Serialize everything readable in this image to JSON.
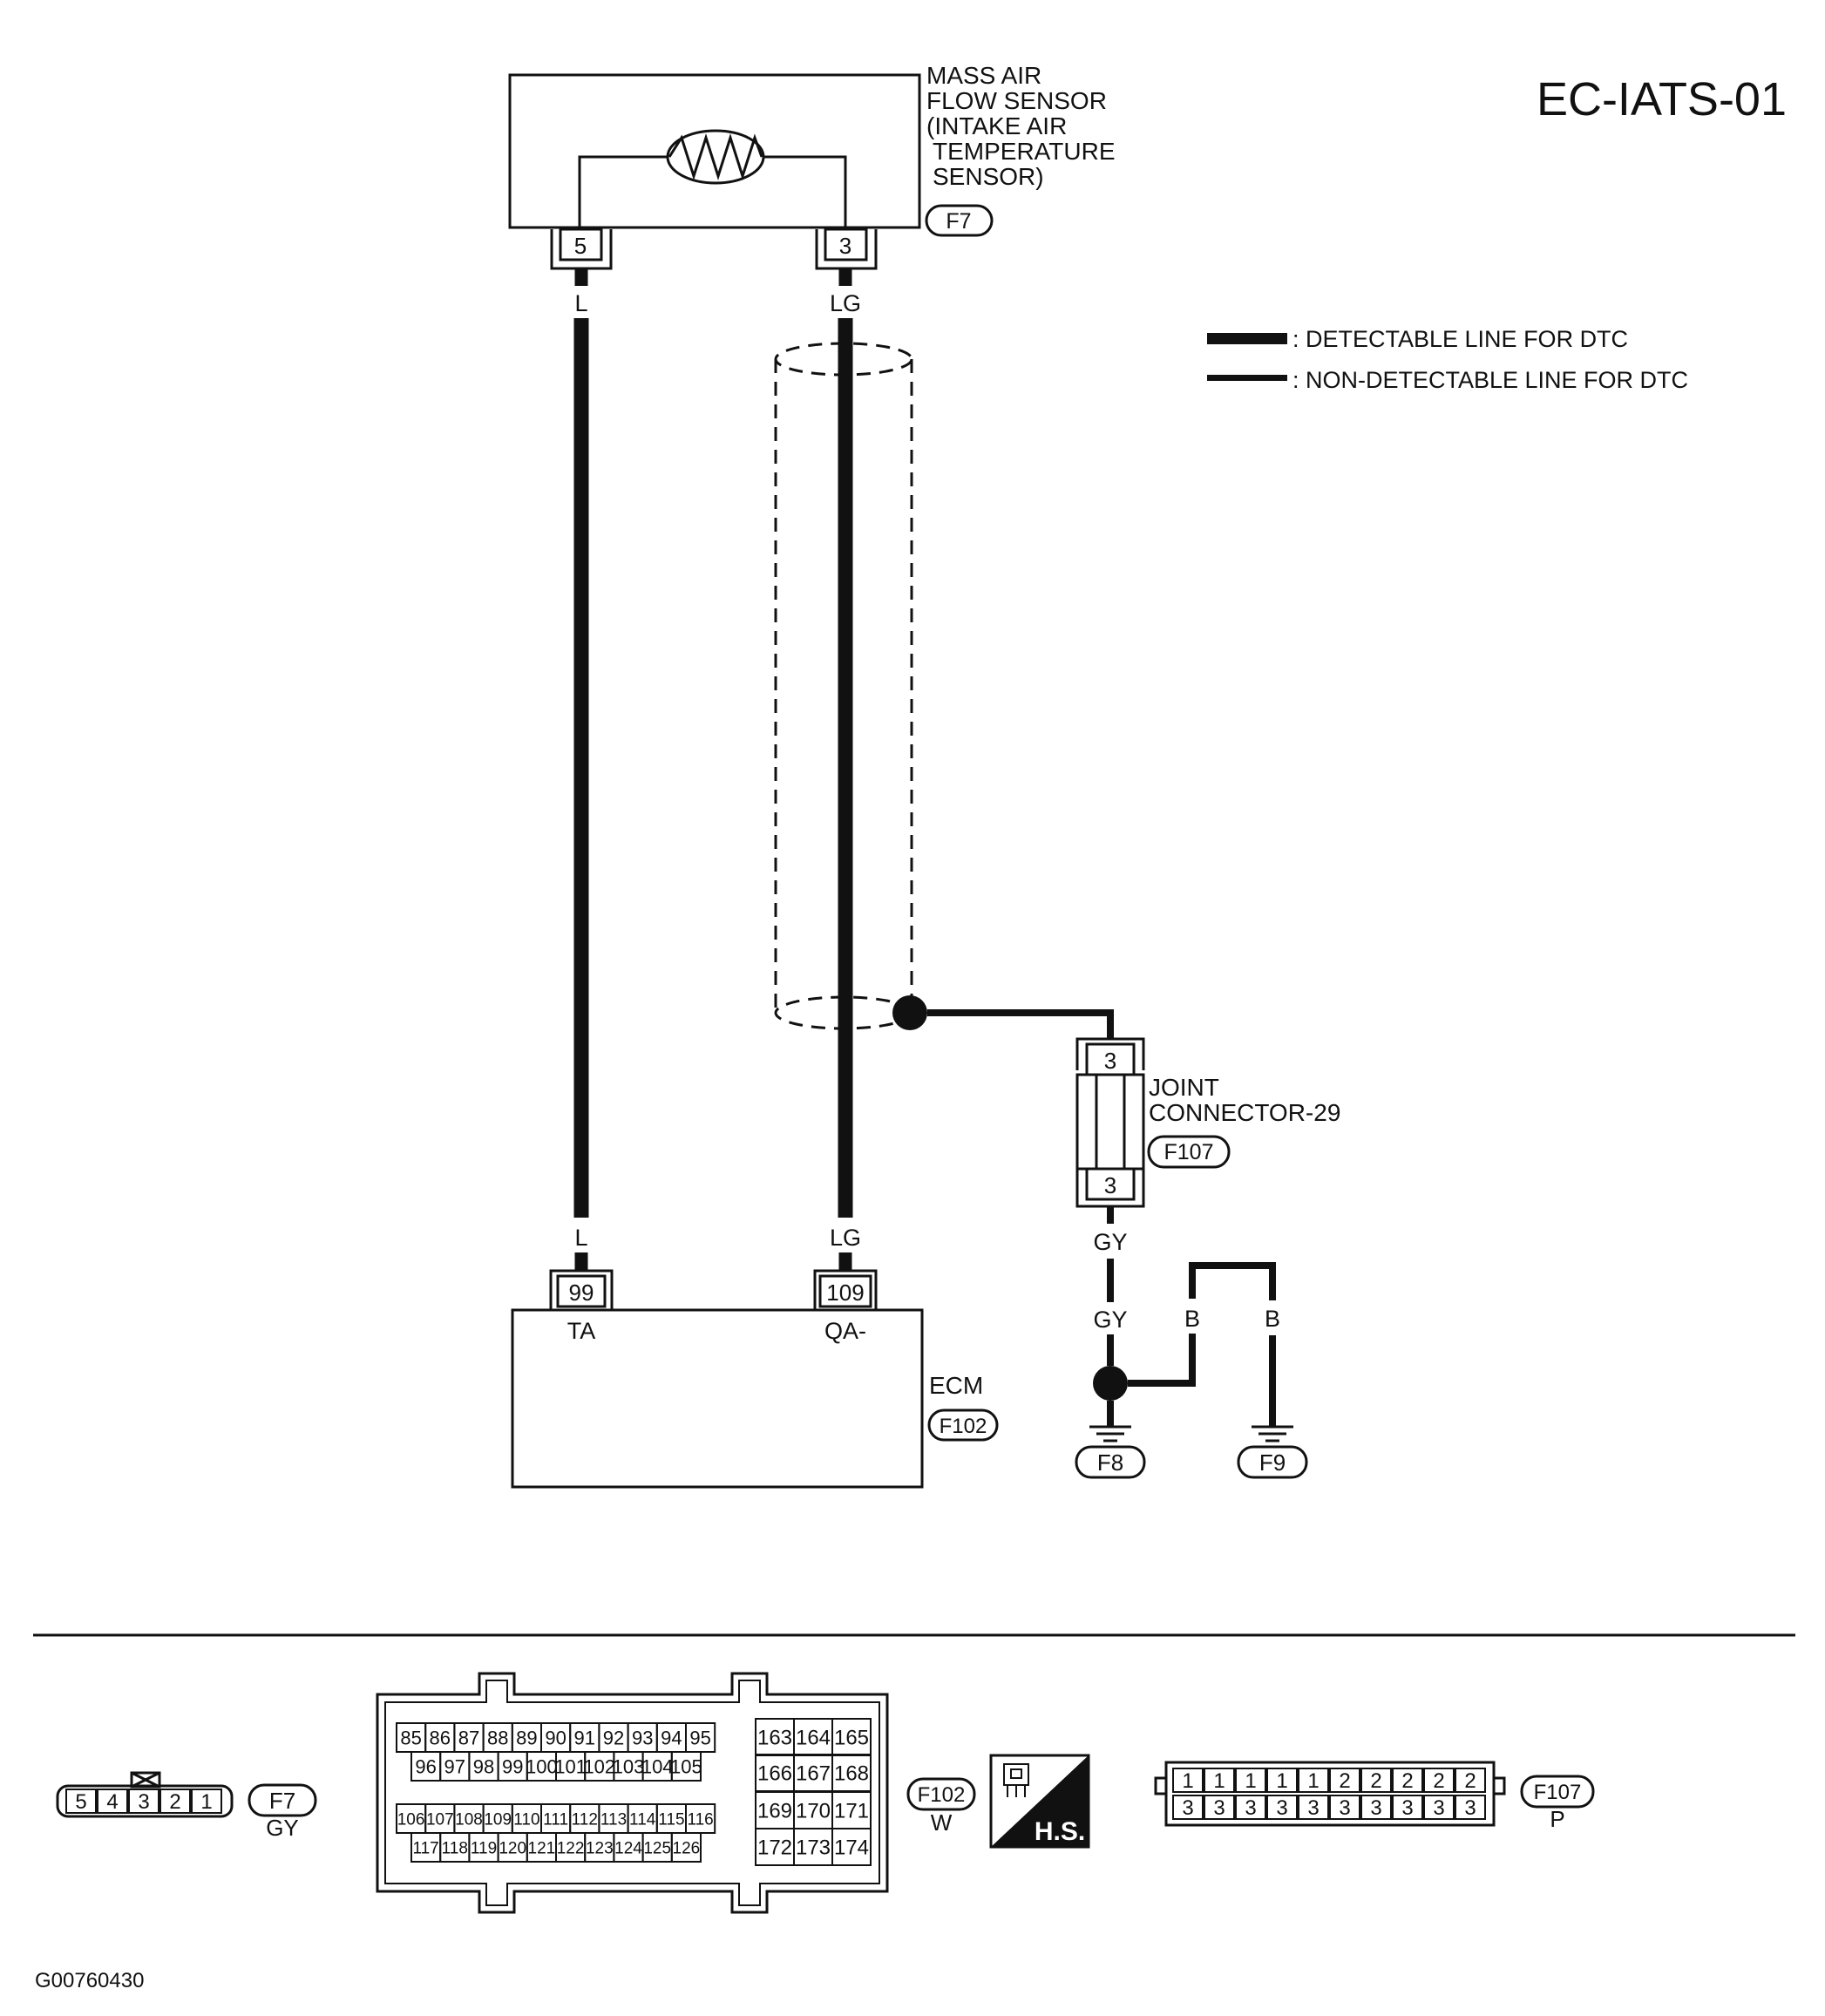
{
  "page_code": "EC-IATS-01",
  "figure_id": "G00760430",
  "colors": {
    "ink": "#111111",
    "paper": "#ffffff"
  },
  "maf_sensor": {
    "label_lines": [
      "MASS AIR",
      "FLOW SENSOR",
      "(INTAKE AIR",
      "TEMPERATURE",
      "SENSOR)"
    ],
    "connector": "F7",
    "pins": [
      "5",
      "3"
    ]
  },
  "wires": {
    "left_color_top": "L",
    "right_color_top": "LG",
    "left_color_bottom": "L",
    "right_color_bottom": "LG",
    "gy_upper": "GY",
    "gy_lower": "GY",
    "b_left": "B",
    "b_right": "B"
  },
  "legend": {
    "detectable": ": DETECTABLE LINE FOR DTC",
    "non_detectable": ": NON-DETECTABLE LINE FOR DTC"
  },
  "joint_connector": {
    "label_lines": [
      "JOINT",
      "CONNECTOR-29"
    ],
    "connector": "F107",
    "pin_top": "3",
    "pin_bottom": "3"
  },
  "ecm": {
    "label": "ECM",
    "connector": "F102",
    "pins": [
      "99",
      "109"
    ],
    "pin_names": [
      "TA",
      "QA-"
    ]
  },
  "grounds": [
    "F8",
    "F9"
  ],
  "connector_views": {
    "f7": {
      "id": "F7",
      "color": "GY",
      "pins": [
        "5",
        "4",
        "3",
        "2",
        "1"
      ]
    },
    "f102": {
      "id": "F102",
      "color": "W",
      "row1": [
        "85",
        "86",
        "87",
        "88",
        "89",
        "90",
        "91",
        "92",
        "93",
        "94",
        "95"
      ],
      "row2": [
        "96",
        "97",
        "98",
        "99",
        "100",
        "101",
        "102",
        "103",
        "104",
        "105"
      ],
      "row3": [
        "106",
        "107",
        "108",
        "109",
        "110",
        "111",
        "112",
        "113",
        "114",
        "115",
        "116"
      ],
      "row4": [
        "117",
        "118",
        "119",
        "120",
        "121",
        "122",
        "123",
        "124",
        "125",
        "126"
      ],
      "right_grid": [
        [
          "163",
          "164",
          "165"
        ],
        [
          "166",
          "167",
          "168"
        ],
        [
          "169",
          "170",
          "171"
        ],
        [
          "172",
          "173",
          "174"
        ]
      ]
    },
    "hs": "H.S.",
    "f107": {
      "id": "F107",
      "color": "P",
      "top": [
        "1",
        "1",
        "1",
        "1",
        "1",
        "2",
        "2",
        "2",
        "2",
        "2"
      ],
      "bottom": [
        "3",
        "3",
        "3",
        "3",
        "3",
        "3",
        "3",
        "3",
        "3",
        "3"
      ]
    }
  }
}
